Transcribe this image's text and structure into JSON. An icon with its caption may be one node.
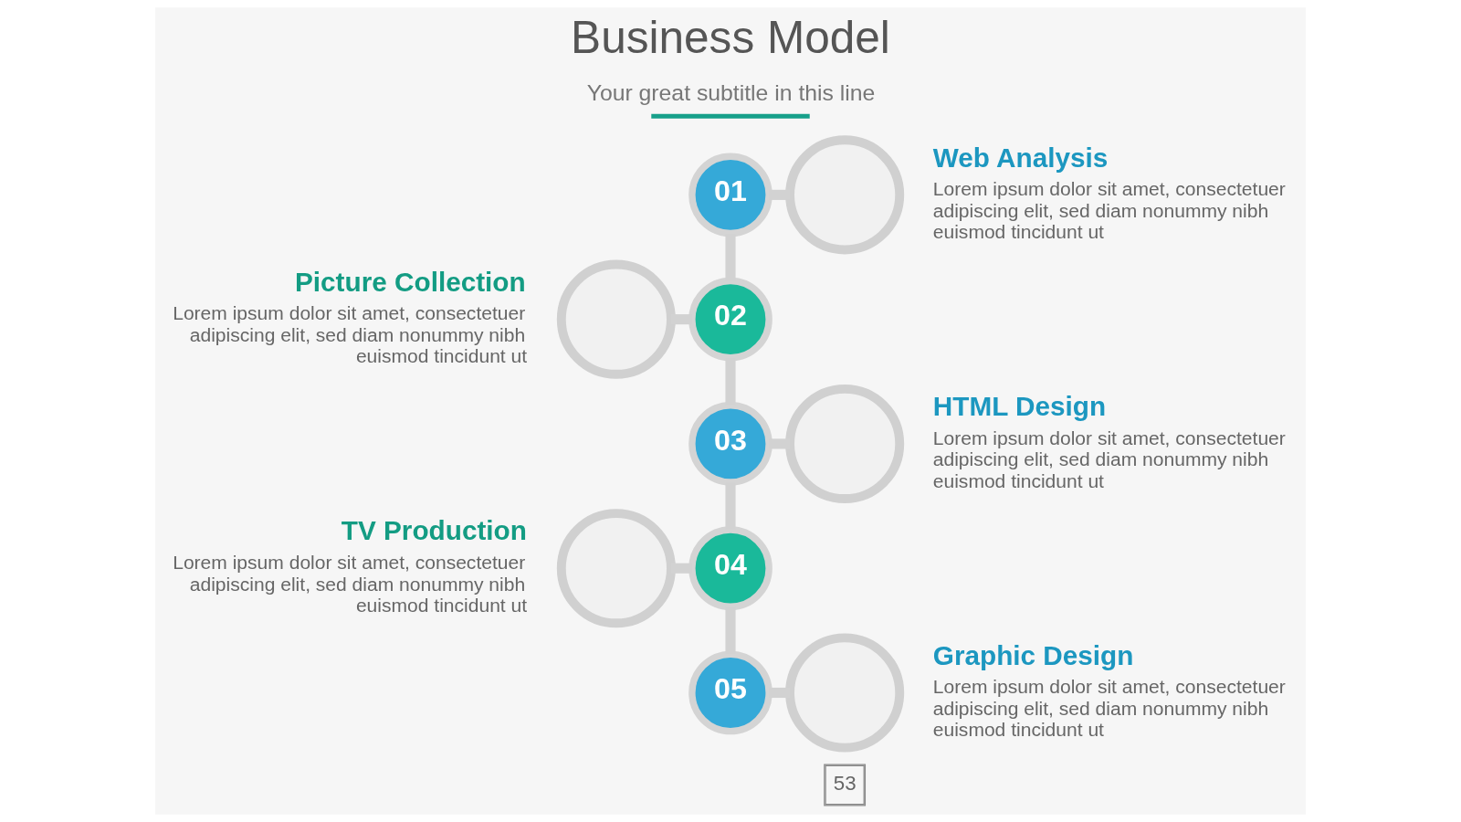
{
  "diagram": {
    "title": "Business Model",
    "nodes": [
      {
        "text": [
          "01"
        ]
      },
      {
        "text": [],
        "shape": "circle",
        "beside": [
          "Web Analysis",
          "Lorem ipsum dolor sit amet, consectetuer adipiscing elit, sed diam nonummy nibh euismod tincidunt ut"
        ]
      },
      {
        "text": [
          "02"
        ]
      },
      {
        "text": [],
        "shape": "circle",
        "beside": [
          "Picture Collection",
          "Lorem ipsum dolor sit amet, consectetuer adipiscing elit, sed diam nonummy nibh euismod tincidunt ut"
        ]
      },
      {
        "text": [
          "03"
        ]
      },
      {
        "text": [],
        "shape": "circle",
        "beside": [
          "HTML Design",
          "Lorem ipsum dolor sit amet, consectetuer adipiscing elit, sed diam nonummy nibh euismod tincidunt ut"
        ]
      },
      {
        "text": [
          "04"
        ]
      },
      {
        "text": [],
        "shape": "circle",
        "beside": [
          "TV Production",
          "Lorem ipsum dolor sit amet, consectetuer adipiscing elit, sed diam nonummy nibh euismod tincidunt ut"
        ]
      },
      {
        "text": [
          "05"
        ]
      },
      {
        "text": [],
        "shape": "circle",
        "beside": [
          "Graphic Design",
          "Lorem ipsum dolor sit amet, consectetuer adipiscing elit, sed diam nonummy nibh euismod tincidunt ut"
        ]
      }
    ],
    "edges": [
      {
        "from": 0,
        "to": 1,
        "arrow": "none"
      },
      {
        "from": 0,
        "to": 2,
        "arrow": "none"
      },
      {
        "from": 2,
        "to": 3,
        "arrow": "none"
      },
      {
        "from": 2,
        "to": 4,
        "arrow": "none"
      },
      {
        "from": 4,
        "to": 5,
        "arrow": "none"
      },
      {
        "from": 4,
        "to": 6,
        "arrow": "none"
      },
      {
        "from": 6,
        "to": 7,
        "arrow": "none"
      },
      {
        "from": 6,
        "to": 8,
        "arrow": "none"
      },
      {
        "from": 8,
        "to": 9,
        "arrow": "none"
      }
    ],
    "labels": [
      "Your great subtitle in this line",
      "53"
    ]
  }
}
